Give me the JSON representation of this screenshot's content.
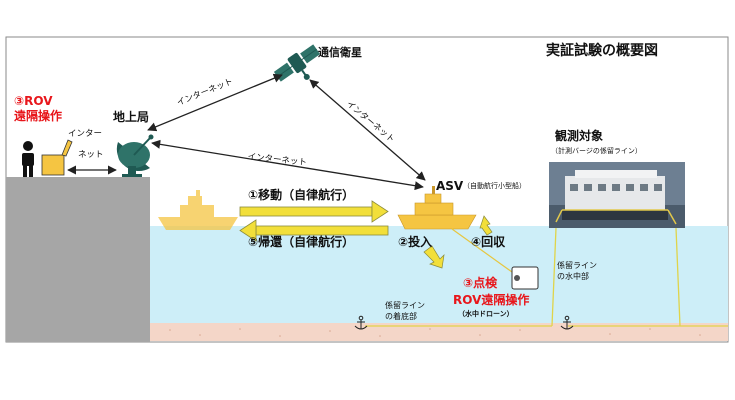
{
  "title": "実証試験の概要図",
  "nodes": {
    "satellite": "通信衛星",
    "ground_station": "地上局",
    "asv": "ASV",
    "asv_note": "（自動航行小型船）",
    "target": "観測対象",
    "target_note": "（計測バージの係留ライン）",
    "rov_line1": "③ROV",
    "rov_line2": "遠隔操作"
  },
  "links": {
    "sat_ground": "インターネット",
    "sat_asv": "インターネット",
    "ground_asv": "インターネット",
    "rov_ground_1": "インター",
    "rov_ground_2": "ネット"
  },
  "steps": {
    "move": "①移動（自律航行）",
    "return": "⑤帰還（自律航行）",
    "deploy": "②投入",
    "recover": "④回収",
    "inspect_1": "③点検",
    "inspect_2": "ROV遠隔操作",
    "inspect_note": "（水中ドローン）"
  },
  "labels": {
    "mooring_water_1": "係留ライン",
    "mooring_water_2": "の水中部",
    "mooring_bottom_1": "係留ライン",
    "mooring_bottom_2": "の着底部"
  },
  "colors": {
    "sea": "#cdeef8",
    "ship": "#f5c542",
    "arrow_yellow": "#f2df3a",
    "text_red": "#e8161b",
    "quay": "#a6a6a6"
  }
}
